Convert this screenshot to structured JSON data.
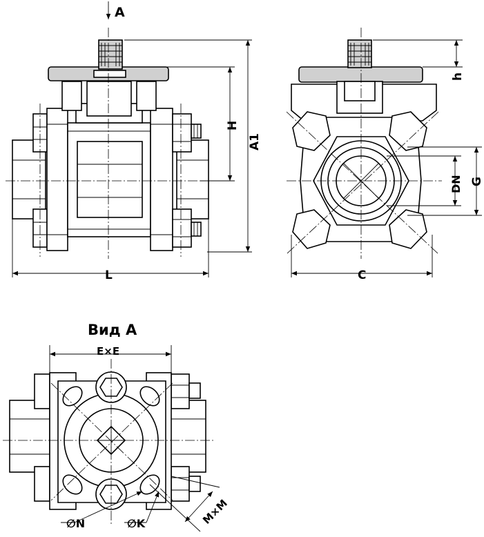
{
  "labels": {
    "view_arrow": "A",
    "section_title": "Вид А",
    "dim_H": "H",
    "dim_A1": "A1",
    "dim_L": "L",
    "dim_h": "h",
    "dim_DN": "DN",
    "dim_G": "G",
    "dim_C": "C",
    "dim_ExE": "E×E",
    "dim_MxM": "M×M",
    "dim_N": "∅N",
    "dim_K": "∅K"
  }
}
